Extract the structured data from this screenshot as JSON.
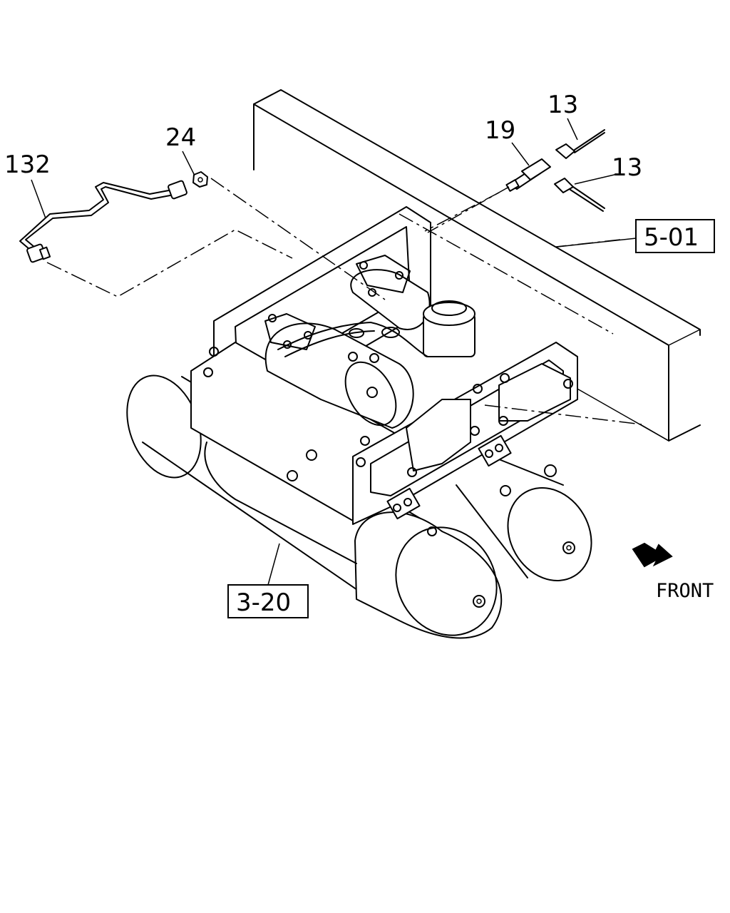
{
  "callouts": {
    "c132": "132",
    "c24": "24",
    "c19": "19",
    "c13a": "13",
    "c13b": "13"
  },
  "refs": {
    "r501": "5-01",
    "r320": "3-20"
  },
  "direction": {
    "front": "FRONT"
  }
}
